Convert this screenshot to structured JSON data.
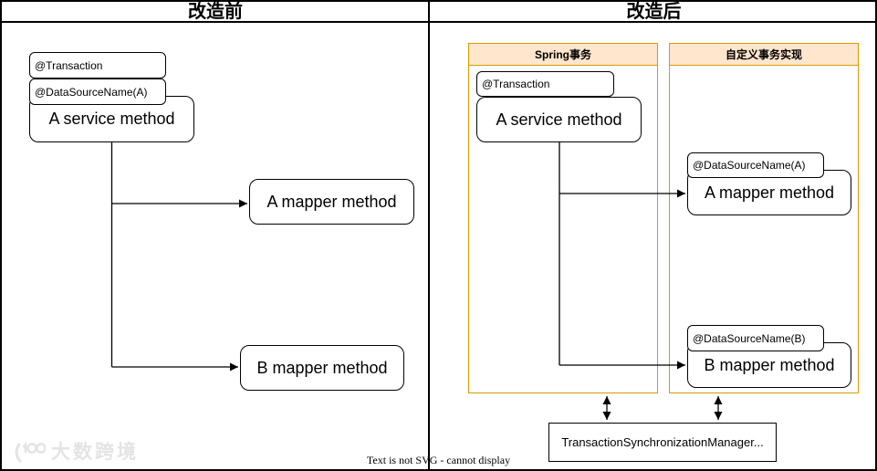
{
  "colors": {
    "container_fill": "#FFE6CC",
    "container_border": "#D79B00",
    "line": "#000000",
    "watermark": "#E4E4E4"
  },
  "panels": {
    "before": {
      "title": "改造前",
      "service": {
        "annotations": [
          "@Transaction",
          "@DataSourceName(A)"
        ],
        "label": "A service method"
      },
      "mapper_a_label": "A mapper method",
      "mapper_b_label": "B mapper method"
    },
    "after": {
      "title": "改造后",
      "spring": {
        "header": "Spring事务",
        "annotation": "@Transaction",
        "service_label": "A service method"
      },
      "custom": {
        "header": "自定义事务实现",
        "mapper_a": {
          "annotation": "@DataSourceName(A)",
          "label": "A mapper method"
        },
        "mapper_b": {
          "annotation": "@DataSourceName(B)",
          "label": "B mapper method"
        }
      },
      "manager_label": "TransactionSynchronizationManager..."
    }
  },
  "footer": {
    "note": "Text is not SVG - cannot display"
  },
  "watermark": {
    "text": "大数跨境"
  }
}
